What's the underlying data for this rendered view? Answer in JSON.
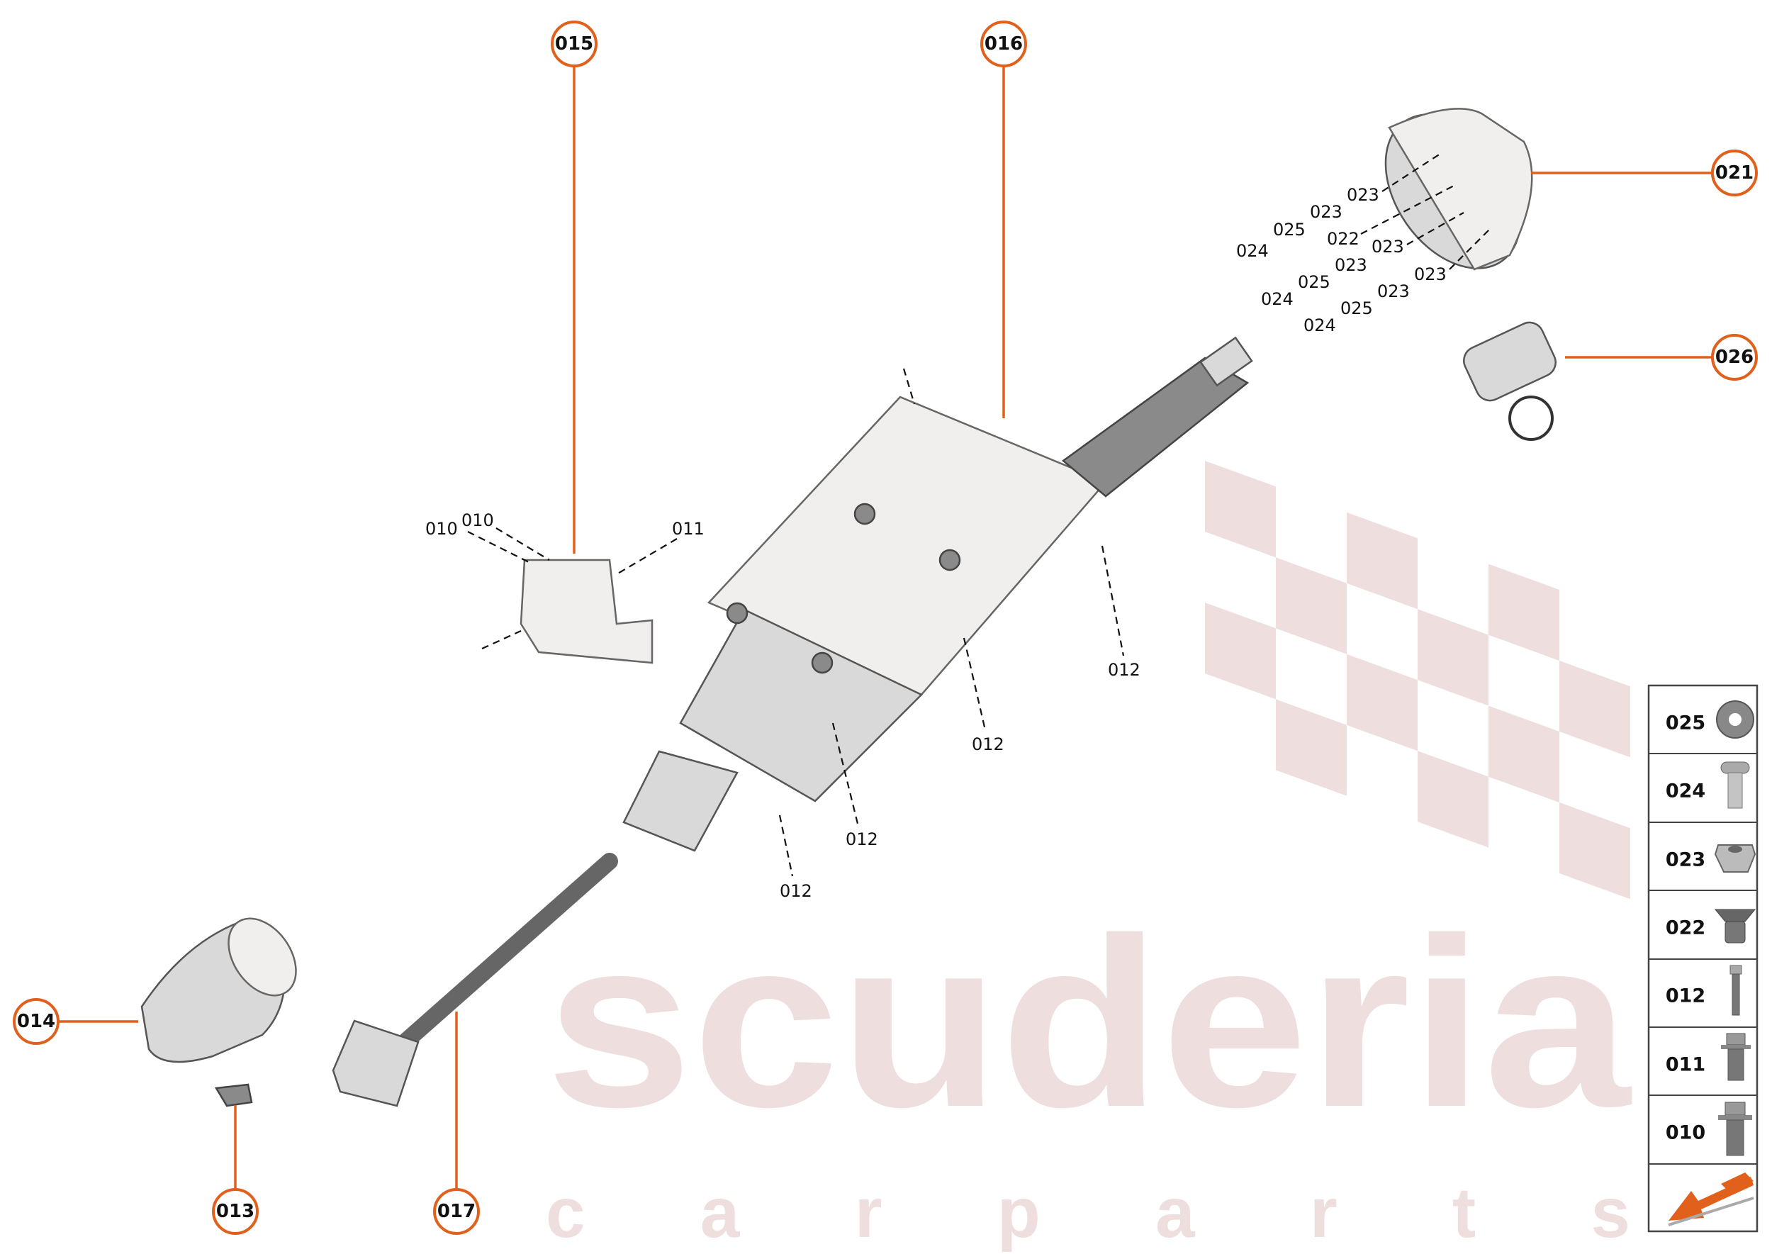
{
  "watermark": {
    "line1": "scuderia",
    "line2": "c a r p a r t s"
  },
  "colors": {
    "callout": "#e0601c",
    "watermark": "#eedede"
  },
  "callouts": [
    {
      "id": "015",
      "label": "015"
    },
    {
      "id": "016",
      "label": "016"
    },
    {
      "id": "021",
      "label": "021"
    },
    {
      "id": "026",
      "label": "026"
    },
    {
      "id": "014",
      "label": "014"
    },
    {
      "id": "013",
      "label": "013"
    },
    {
      "id": "017",
      "label": "017"
    }
  ],
  "fastener_labels": {
    "bracket": [
      "010",
      "010",
      "011"
    ],
    "column": [
      "012",
      "012",
      "012",
      "012"
    ],
    "cover": [
      "023",
      "023",
      "025",
      "024",
      "022",
      "023",
      "023",
      "025",
      "024",
      "023",
      "023",
      "025",
      "024"
    ]
  },
  "legend": [
    {
      "label": "025",
      "icon": "washer-icon"
    },
    {
      "label": "024",
      "icon": "pan-head-screw-icon"
    },
    {
      "label": "023",
      "icon": "flange-nut-icon"
    },
    {
      "label": "022",
      "icon": "countersunk-bolt-icon"
    },
    {
      "label": "012",
      "icon": "long-hex-bolt-icon"
    },
    {
      "label": "011",
      "icon": "hex-flange-bolt-icon"
    },
    {
      "label": "010",
      "icon": "short-hex-flange-bolt-icon"
    },
    {
      "label": "",
      "icon": "direction-arrow-icon"
    }
  ]
}
